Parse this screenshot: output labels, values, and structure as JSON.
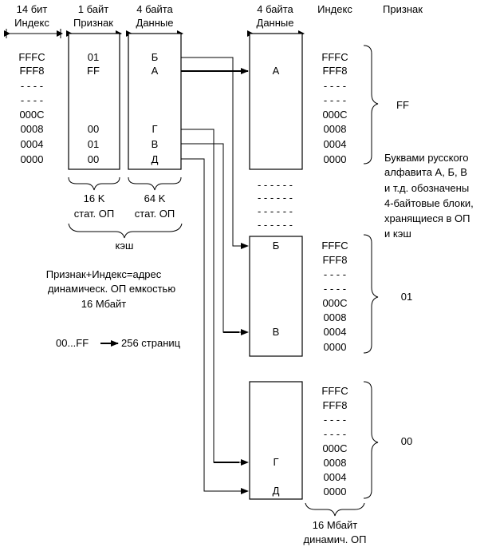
{
  "cache": {
    "index_col": {
      "header": [
        "14 бит",
        "Индекс"
      ],
      "rows": [
        "FFFC",
        "FFF8",
        "- - - -",
        "- - - -",
        "000C",
        "0008",
        "0004",
        "0000"
      ]
    },
    "tag_col": {
      "header": [
        "1 байт",
        "Признак"
      ],
      "rows": [
        "01",
        "FF",
        "00",
        "01",
        "00"
      ]
    },
    "data_col": {
      "header": [
        "4 байта",
        "Данные"
      ],
      "rows": [
        "Б",
        "А",
        "Г",
        "В",
        "Д"
      ]
    },
    "tag_ram_label": [
      "16 K",
      "стат. ОП"
    ],
    "data_ram_label": [
      "64 K",
      "стат. ОП"
    ],
    "cache_label": "кэш"
  },
  "main_memory": {
    "header_data": [
      "4 байта",
      "Данные"
    ],
    "header_index": "Индекс",
    "header_tag": "Признак",
    "dashes": "- - - - - -",
    "index_rows": [
      "FFFC",
      "FFF8",
      "- - - -",
      "- - - -",
      "000C",
      "0008",
      "0004",
      "0000"
    ],
    "pages": [
      {
        "blocks": [
          "А"
        ],
        "tag": "FF"
      },
      {
        "blocks": [
          "Б",
          "В"
        ],
        "tag": "01"
      },
      {
        "blocks": [
          "Г",
          "Д"
        ],
        "tag": "00"
      }
    ],
    "label": [
      "16 Мбайт",
      "динамич. ОП"
    ]
  },
  "notes": {
    "address": [
      "Признак+Индекс=адрес",
      "динамическ. ОП емкостью",
      "16 Мбайт"
    ],
    "pages_left": "00...FF",
    "pages_right": "256 страниц",
    "legend": [
      "Буквами русского",
      "алфавита А, Б, В",
      "и т.д. обозначены",
      "4-байтовые блоки,",
      "хранящиеся в ОП",
      "и кэш"
    ]
  }
}
